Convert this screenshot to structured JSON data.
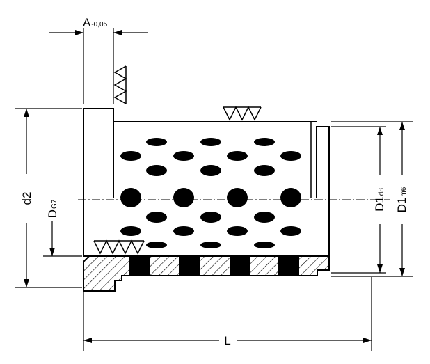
{
  "labels": {
    "a": {
      "main": "A",
      "sub": "-0,05"
    },
    "d2": {
      "main": "d2"
    },
    "d": {
      "main": "D",
      "sub": "G7"
    },
    "d1_left": {
      "main": "D1",
      "sub": "d8"
    },
    "d1_right": {
      "main": "D1",
      "sub": "m6"
    },
    "l": {
      "main": "L"
    }
  },
  "colors": {
    "line": "#000000",
    "background": "#ffffff"
  }
}
